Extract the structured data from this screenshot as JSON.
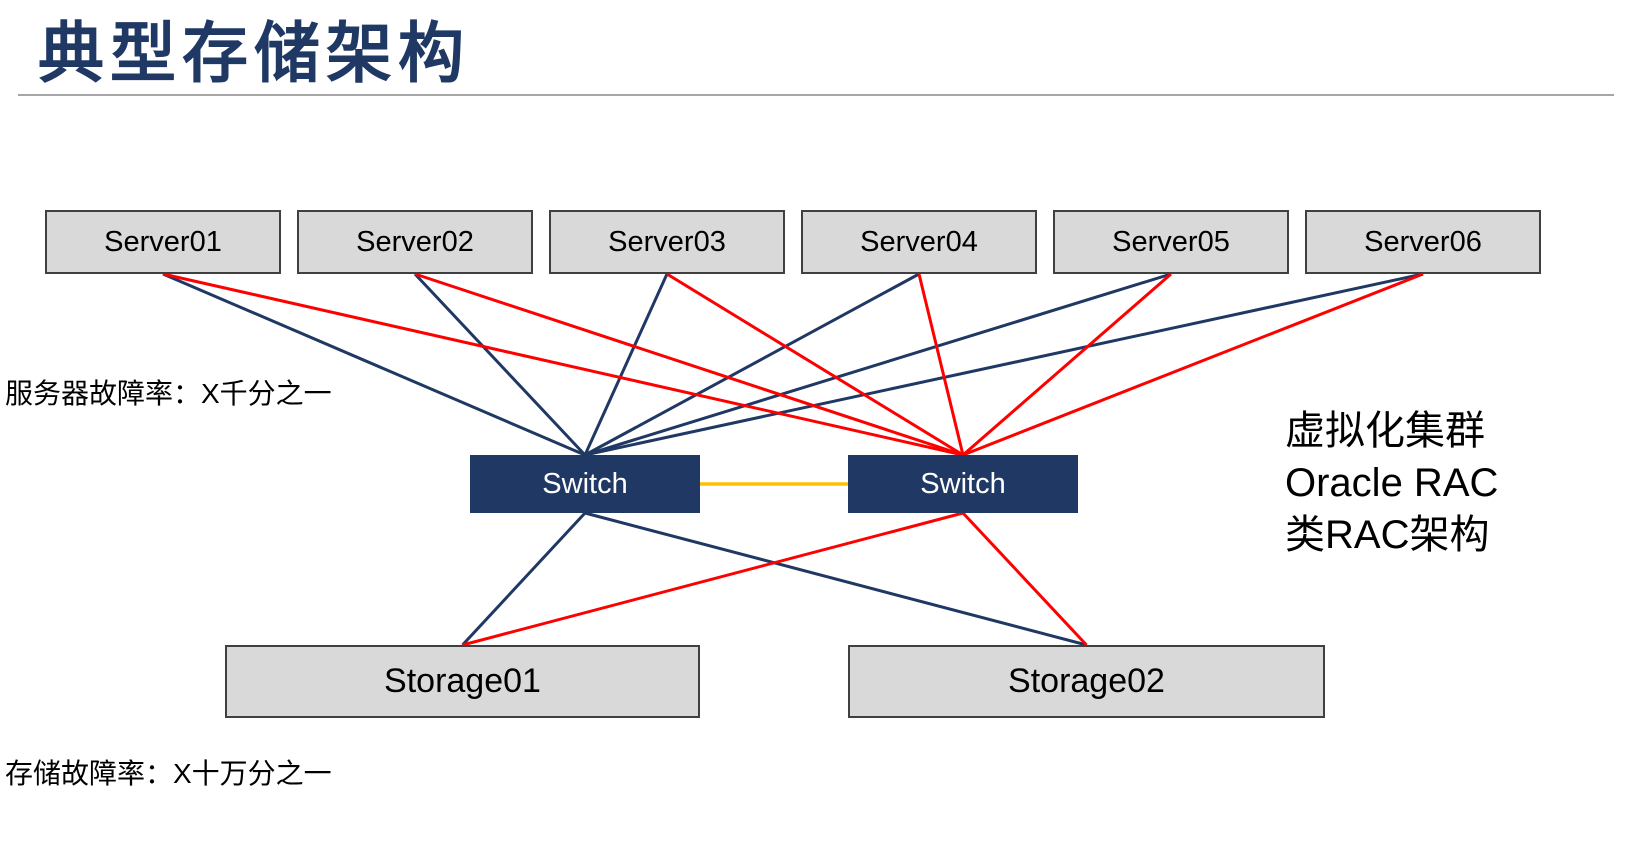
{
  "title": "典型存储架构",
  "annotations": {
    "server_failure": "服务器故障率：X千分之一",
    "storage_failure": "存储故障率：X十万分之一",
    "right_note_lines": [
      "虚拟化集群",
      "Oracle RAC",
      "类RAC架构"
    ]
  },
  "diagram": {
    "servers": [
      {
        "id": "server01",
        "label": "Server01"
      },
      {
        "id": "server02",
        "label": "Server02"
      },
      {
        "id": "server03",
        "label": "Server03"
      },
      {
        "id": "server04",
        "label": "Server04"
      },
      {
        "id": "server05",
        "label": "Server05"
      },
      {
        "id": "server06",
        "label": "Server06"
      }
    ],
    "switches": [
      {
        "id": "switch1",
        "label": "Switch"
      },
      {
        "id": "switch2",
        "label": "Switch"
      }
    ],
    "storages": [
      {
        "id": "storage01",
        "label": "Storage01"
      },
      {
        "id": "storage02",
        "label": "Storage02"
      }
    ],
    "links": [
      {
        "from": "server01",
        "to": "switch1",
        "color": "navy"
      },
      {
        "from": "server02",
        "to": "switch1",
        "color": "navy"
      },
      {
        "from": "server03",
        "to": "switch1",
        "color": "navy"
      },
      {
        "from": "server04",
        "to": "switch1",
        "color": "navy"
      },
      {
        "from": "server05",
        "to": "switch1",
        "color": "navy"
      },
      {
        "from": "server06",
        "to": "switch1",
        "color": "navy"
      },
      {
        "from": "server01",
        "to": "switch2",
        "color": "red"
      },
      {
        "from": "server02",
        "to": "switch2",
        "color": "red"
      },
      {
        "from": "server03",
        "to": "switch2",
        "color": "red"
      },
      {
        "from": "server04",
        "to": "switch2",
        "color": "red"
      },
      {
        "from": "server05",
        "to": "switch2",
        "color": "red"
      },
      {
        "from": "server06",
        "to": "switch2",
        "color": "red"
      },
      {
        "from": "switch1",
        "to": "switch2",
        "color": "orange"
      },
      {
        "from": "switch1",
        "to": "storage01",
        "color": "navy"
      },
      {
        "from": "switch1",
        "to": "storage02",
        "color": "navy"
      },
      {
        "from": "switch2",
        "to": "storage01",
        "color": "red"
      },
      {
        "from": "switch2",
        "to": "storage02",
        "color": "red"
      }
    ],
    "colors": {
      "navy": "#1F3864",
      "red": "#FF0000",
      "orange": "#FFC000",
      "box_fill": "#D9D9D9",
      "box_border": "#404040",
      "title": "#1F3864"
    }
  }
}
